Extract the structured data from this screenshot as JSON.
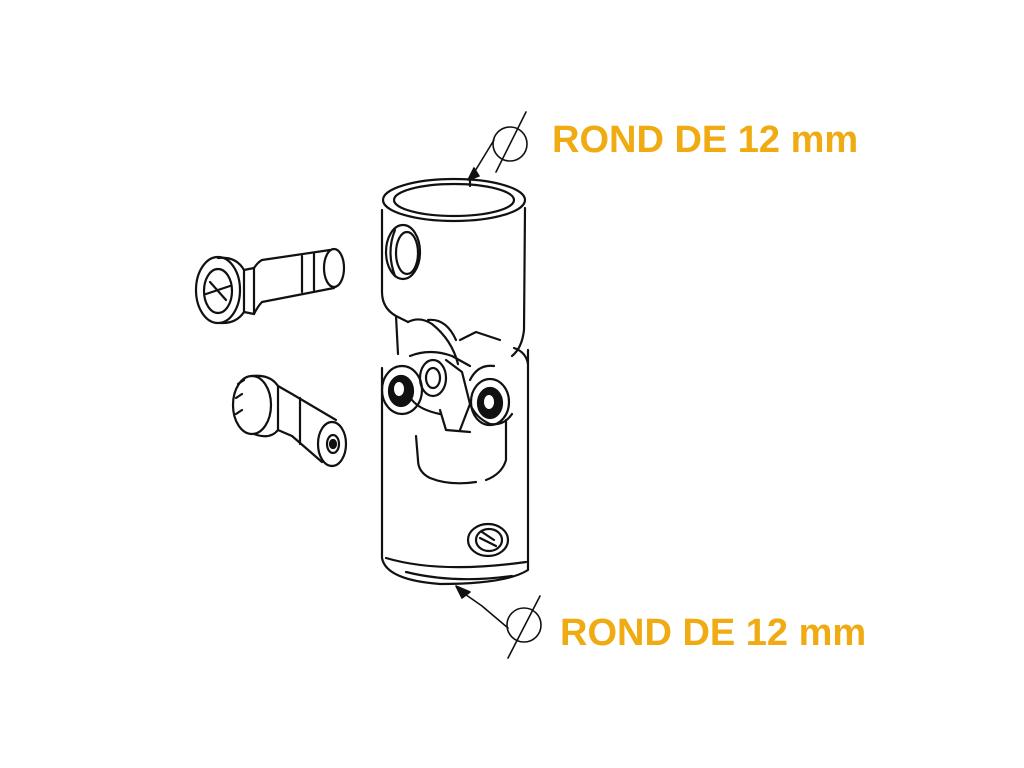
{
  "diagram": {
    "callouts": [
      {
        "id": "top",
        "text": "ROND DE 12 mm",
        "symbol": "diameter"
      },
      {
        "id": "bottom",
        "text": "ROND DE 12 mm",
        "symbol": "diameter"
      }
    ],
    "parts": [
      "universal-joint",
      "screw",
      "pin"
    ]
  },
  "colors": {
    "label": "#f0aa12",
    "line": "#111111",
    "background": "#ffffff"
  }
}
